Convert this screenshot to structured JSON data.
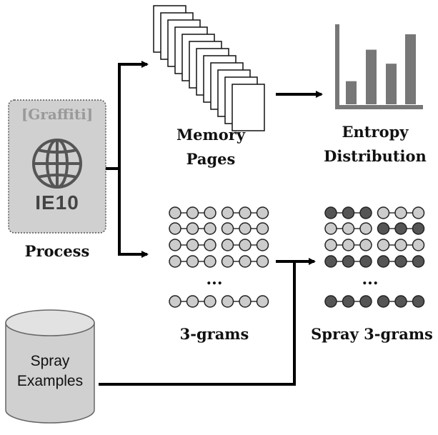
{
  "process": {
    "tag": "[Graffiti]",
    "browser": "IE10",
    "label": "Process",
    "icon": "globe-icon"
  },
  "memory_pages": {
    "line1": "Memory",
    "line2": "Pages"
  },
  "entropy": {
    "line1": "Entropy",
    "line2": "Distribution",
    "icon": "bar-chart-icon",
    "bar_levels": [
      0.33,
      0.78,
      0.58,
      1.0
    ]
  },
  "trigrams": {
    "label": "3-grams",
    "ellipsis": "..."
  },
  "spray_trigrams": {
    "label": "Spray 3-grams",
    "ellipsis": "..."
  },
  "spray_examples": {
    "line1": "Spray",
    "line2": "Examples",
    "icon": "database-icon"
  },
  "colors": {
    "node_light": "#cccccc",
    "node_dark": "#555555",
    "box_fill": "#cfcfcf",
    "cylinder_fill": "#d0d0d0",
    "arrow": "#000000"
  }
}
